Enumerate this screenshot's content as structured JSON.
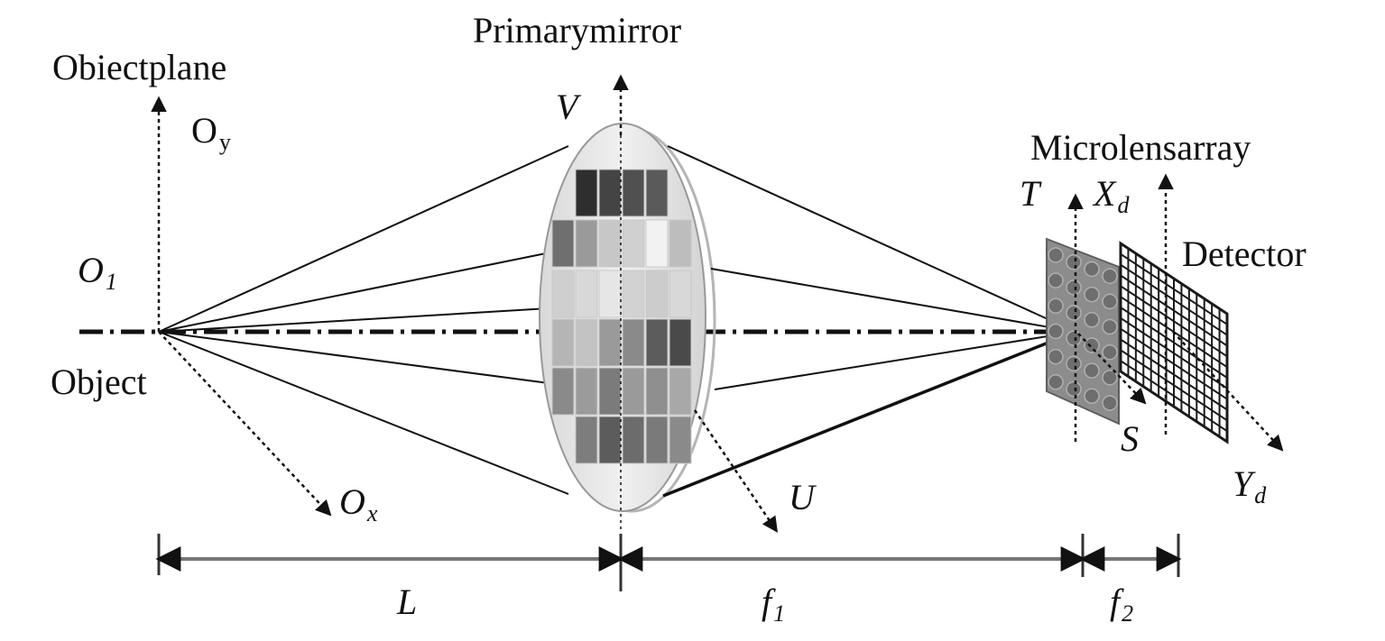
{
  "labels": {
    "primary_mirror": "Primarymirror",
    "object_plane": "Obiectplane",
    "microlens_array": "Microlensarray",
    "detector": "Detector",
    "object": "Object",
    "axis_oy_main": "O",
    "axis_oy_sub": "y",
    "axis_ox_main": "O",
    "axis_ox_sub": "x",
    "point_o1_main": "O",
    "point_o1_sub": "1",
    "axis_v": "V",
    "axis_u": "U",
    "axis_t": "T",
    "axis_s": "S",
    "axis_xd_main": "X",
    "axis_xd_sub": "d",
    "axis_yd_main": "Y",
    "axis_yd_sub": "d",
    "dist_l": "L",
    "dist_f1_main": "f",
    "dist_f1_sub": "1",
    "dist_f2_main": "f",
    "dist_f2_sub": "2"
  },
  "colors": {
    "line": "#111111",
    "lens_fill": "#e6e6e6",
    "lens_stroke": "#8a8a8a",
    "detector": "#1a1a1a",
    "microlens": "#7a7a7a"
  },
  "icons": {
    "lens": "primary-mirror-lens",
    "microlens": "microlens-array-grid",
    "detector": "detector-grid"
  }
}
